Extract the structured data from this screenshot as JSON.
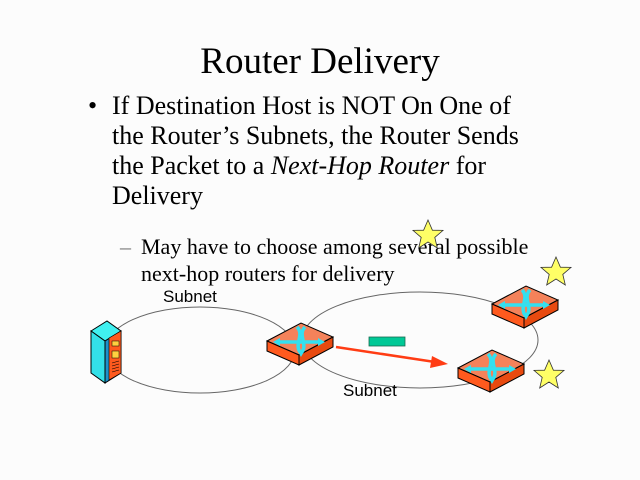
{
  "slide": {
    "title": "Router Delivery",
    "bullet": {
      "marker": "•",
      "lines": [
        {
          "plain": "If Destination Host is NOT On One of"
        },
        {
          "plain": "the Router’s Subnets, the Router Sends"
        },
        {
          "before": "the Packet to a ",
          "italic": "Next-Hop Router",
          "after": " for"
        },
        {
          "plain": "Delivery"
        }
      ]
    },
    "sub_bullet": {
      "marker": "–",
      "lines": [
        "May have to choose among several possible",
        "next-hop routers for delivery"
      ]
    }
  },
  "diagram": {
    "labels": {
      "subnet_left": "Subnet",
      "subnet_right": "Subnet"
    },
    "colors": {
      "router_top": "#f4825a",
      "router_side": "#ff5a1e",
      "router_arrow": "#33e0f0",
      "packet": "#00c896",
      "arrow": "#ff3c14",
      "star": "#ffff66",
      "server_front": "#33e6ee",
      "server_panel": "#ff5a1e"
    }
  }
}
